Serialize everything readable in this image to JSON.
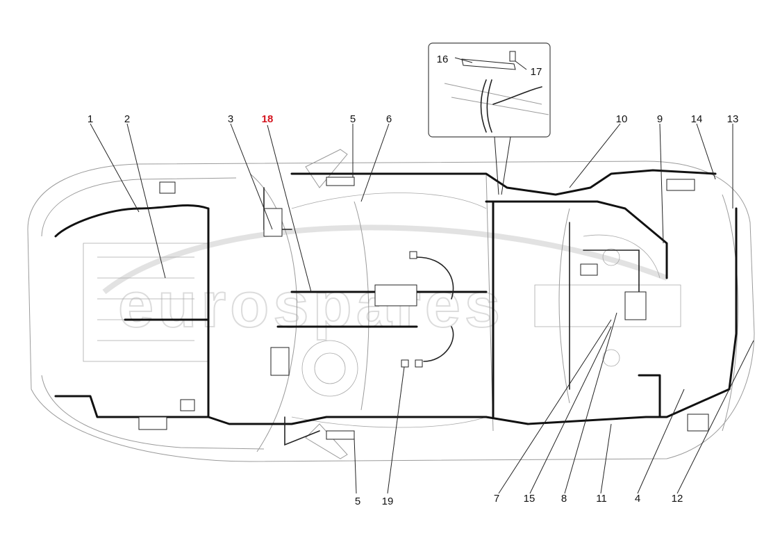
{
  "diagram": {
    "highlight_color": "#d4141e",
    "callouts": [
      {
        "id": "c1",
        "text": "1"
      },
      {
        "id": "c2",
        "text": "2"
      },
      {
        "id": "c3",
        "text": "3"
      },
      {
        "id": "c18",
        "text": "18",
        "highlight": true
      },
      {
        "id": "c5top",
        "text": "5"
      },
      {
        "id": "c6",
        "text": "6"
      },
      {
        "id": "c10",
        "text": "10"
      },
      {
        "id": "c9",
        "text": "9"
      },
      {
        "id": "c14",
        "text": "14"
      },
      {
        "id": "c13",
        "text": "13"
      },
      {
        "id": "c16",
        "text": "16"
      },
      {
        "id": "c17",
        "text": "17"
      },
      {
        "id": "c5bot",
        "text": "5"
      },
      {
        "id": "c19",
        "text": "19"
      },
      {
        "id": "c7",
        "text": "7"
      },
      {
        "id": "c15",
        "text": "15"
      },
      {
        "id": "c8",
        "text": "8"
      },
      {
        "id": "c11",
        "text": "11"
      },
      {
        "id": "c4",
        "text": "4"
      },
      {
        "id": "c12",
        "text": "12"
      }
    ],
    "watermark_logo": "eurospares"
  }
}
